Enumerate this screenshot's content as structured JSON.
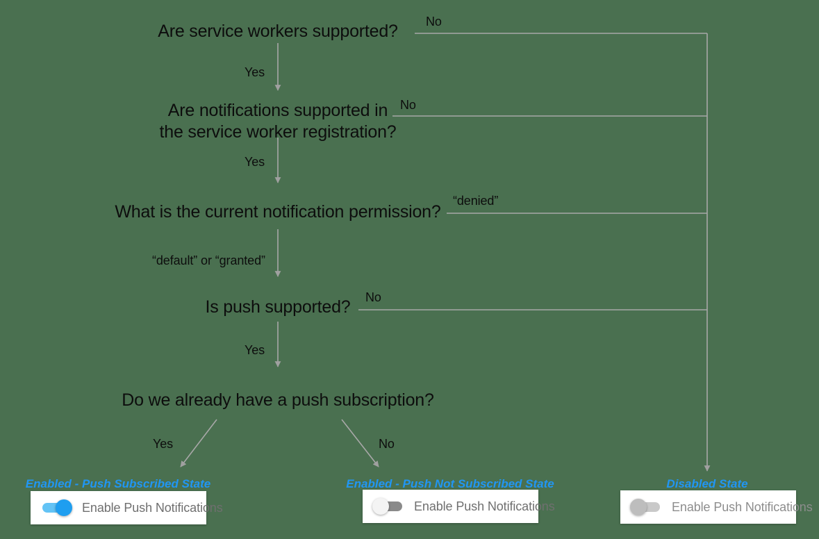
{
  "diagram": {
    "title": "Push notification enablement decision flow",
    "background_color": "#4a7050",
    "line_color": "#a8a8a8",
    "text_color": "#0d0d0d",
    "state_label_color": "#2196f3",
    "nodes": [
      {
        "id": "q1",
        "text": "Are service workers supported?"
      },
      {
        "id": "q2_line1",
        "text": "Are notifications supported in"
      },
      {
        "id": "q2_line2",
        "text": "the service worker registration?"
      },
      {
        "id": "q3",
        "text": "What is the current notification permission?"
      },
      {
        "id": "q4",
        "text": "Is push supported?"
      },
      {
        "id": "q5",
        "text": "Do we already have a push subscription?"
      }
    ],
    "edge_labels": {
      "q1_no": "No",
      "q1_yes": "Yes",
      "q2_no": "No",
      "q2_yes": "Yes",
      "q3_denied": "“denied”",
      "q3_default_granted": "“default” or “granted”",
      "q4_no": "No",
      "q4_yes": "Yes",
      "q5_yes": "Yes",
      "q5_no": "No"
    },
    "outcomes": [
      {
        "id": "enabled-push-subscribed",
        "state_label": "Enabled - Push Subscribed State",
        "toggle_label": "Enable Push Notifications",
        "toggle_state": "on"
      },
      {
        "id": "enabled-push-not-subscribed",
        "state_label": "Enabled - Push Not Subscribed State",
        "toggle_label": "Enable Push Notifications",
        "toggle_state": "off"
      },
      {
        "id": "disabled",
        "state_label": "Disabled State",
        "toggle_label": "Enable Push Notifications",
        "toggle_state": "disabled"
      }
    ]
  }
}
